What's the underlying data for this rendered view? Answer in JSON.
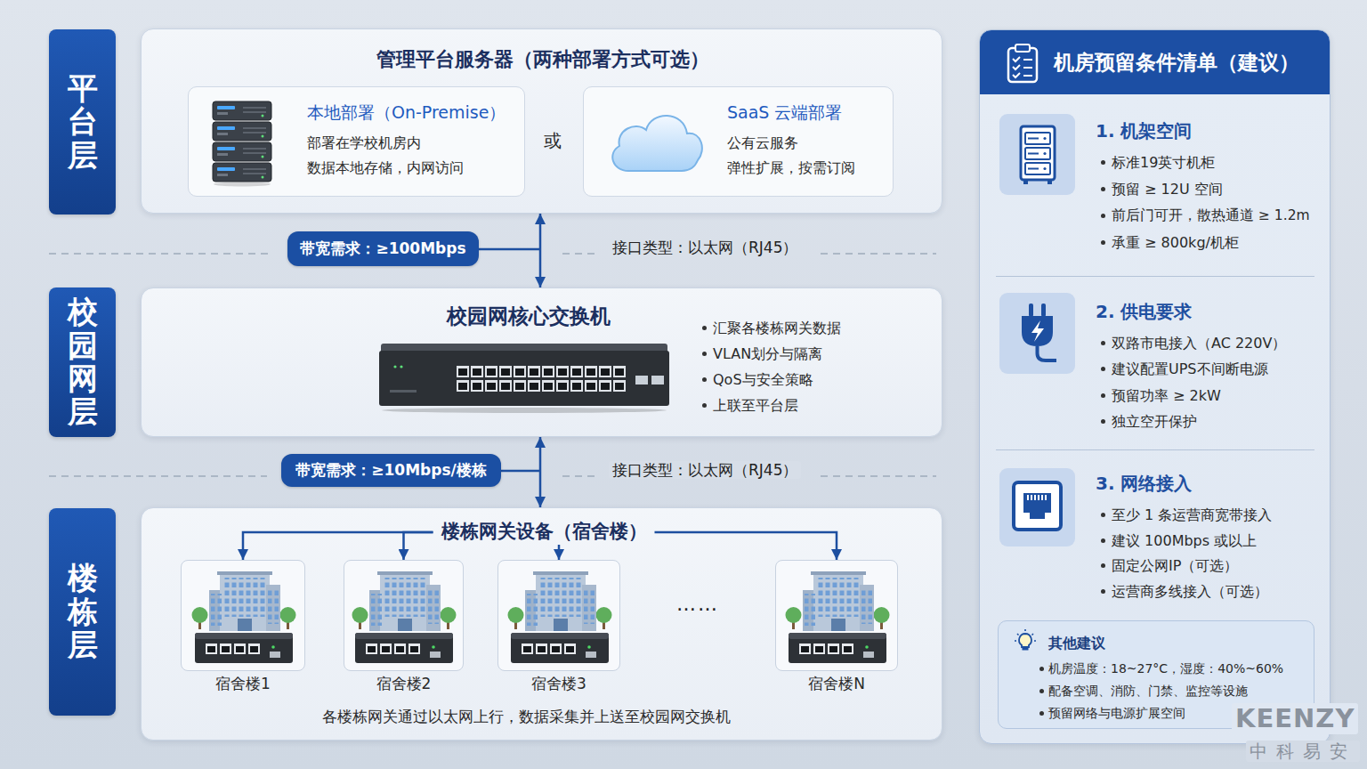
{
  "diagram": {
    "nodes": [
      {
        "text": [
          "平台层"
        ]
      },
      {
        "text": [
          "管理平台服务器（两种部署方式可选）"
        ]
      },
      {
        "text": [
          "本地部署（On-Premise）",
          "部署在学校机房内",
          "数据本地存储，内网访问"
        ],
        "in": 1
      },
      {
        "text": [
          "SaaS 云端部署",
          "公有云服务",
          "弹性扩展，按需订阅"
        ],
        "in": 1
      },
      {
        "text": [
          "带宽需求：≥100Mbps"
        ]
      },
      {
        "text": [
          "校园网层"
        ]
      },
      {
        "text": [
          "校园网核心交换机",
          "汇聚各楼栋网关数据",
          "VLAN划分与隔离",
          "QoS与安全策略",
          "上联至平台层"
        ]
      },
      {
        "text": [
          "带宽需求：≥10Mbps/楼栋"
        ]
      },
      {
        "text": [
          "楼栋层"
        ]
      },
      {
        "text": [
          "各楼栋网关通过以太网上行，数据采集并上送至校园网交换机"
        ]
      },
      {
        "text": [
          "楼栋网关设备（宿舍楼）"
        ],
        "in": 9
      },
      {
        "text": [
          "宿舍楼1"
        ],
        "in": 9
      },
      {
        "text": [
          "宿舍楼2"
        ],
        "in": 9
      },
      {
        "text": [
          "宿舍楼3"
        ],
        "in": 9
      },
      {
        "text": [
          "宿舍楼N"
        ],
        "in": 9
      },
      {
        "text": [
          "机房预留条件清单（建议）"
        ]
      },
      {
        "text": [
          "1. 机架空间",
          "标准19英寸机柜",
          "预留 ≥ 12U 空间",
          "前后门可开，散热通道 ≥ 1.2m",
          "承重 ≥ 800kg/机柜"
        ],
        "in": 15
      },
      {
        "text": [
          "2. 供电要求",
          "双路市电接入（AC 220V）",
          "建议配置UPS不间断电源",
          "预留功率 ≥ 2kW",
          "独立空开保护"
        ],
        "in": 15
      },
      {
        "text": [
          "3. 网络接入",
          "至少 1 条运营商宽带接入",
          "建议 100Mbps 或以上",
          "固定公网IP（可选）",
          "运营商多线接入（可选）"
        ],
        "in": 15
      },
      {
        "text": [
          "其他建议",
          "机房温度：18~27°C，湿度：40%~60%",
          "配备空调、消防、门禁、监控等设施",
          "预留网络与电源扩展空间"
        ],
        "in": 15
      }
    ],
    "edges": [
      {
        "from": 1,
        "to": 6,
        "arrow": "both"
      },
      {
        "from": 6,
        "to": 9,
        "arrow": "both"
      },
      {
        "from": 10,
        "to": 11,
        "arrow": "to"
      },
      {
        "from": 10,
        "to": 12,
        "arrow": "to"
      },
      {
        "from": 10,
        "to": 13,
        "arrow": "to"
      },
      {
        "from": 10,
        "to": 14,
        "arrow": "to"
      }
    ],
    "labels": [
      "或",
      "接口类型：以太网（RJ45）",
      "接口类型：以太网（RJ45）",
      "……",
      "KEENZY",
      "中科易安"
    ]
  }
}
